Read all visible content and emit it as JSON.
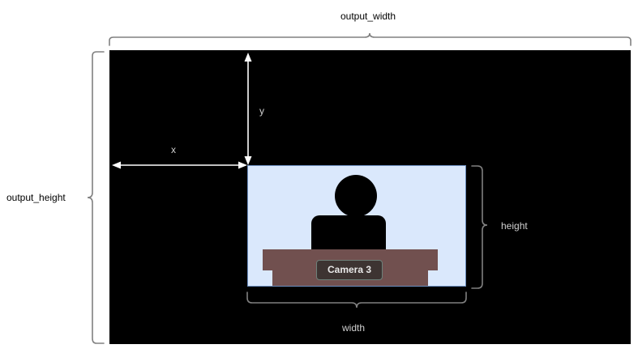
{
  "diagram": {
    "title_label": "output_width",
    "labels": {
      "output_width": "output_width",
      "output_height": "output_height",
      "x": "x",
      "y": "y",
      "height": "height",
      "width": "width"
    },
    "colors": {
      "output_frame": "#000000",
      "camera_view_fill": "#dae8fc",
      "camera_view_border": "#6c8ebf",
      "podium": "#71504f",
      "person": "#000000",
      "label_background": "#3d3432",
      "label_border": "#6d8079",
      "label_text": "#e9e9e9",
      "brace_stroke": "#808080",
      "arrow_stroke": "#ffffff",
      "page_background": "#ffffff"
    },
    "camera": {
      "label": "Camera 3",
      "scene_items": [
        "person-head",
        "person-body",
        "podium-top",
        "podium-base"
      ]
    },
    "braces": [
      {
        "name": "output-width-brace",
        "orientation": "horizontal-top",
        "label": "output_width"
      },
      {
        "name": "output-height-brace",
        "orientation": "vertical-left",
        "label": "output_height"
      },
      {
        "name": "height-brace",
        "orientation": "vertical-right",
        "label": "height"
      },
      {
        "name": "width-brace",
        "orientation": "horizontal-bottom",
        "label": "width"
      }
    ],
    "arrows": [
      {
        "name": "x-offset-arrow",
        "orientation": "horizontal",
        "label": "x"
      },
      {
        "name": "y-offset-arrow",
        "orientation": "vertical",
        "label": "y"
      }
    ]
  }
}
